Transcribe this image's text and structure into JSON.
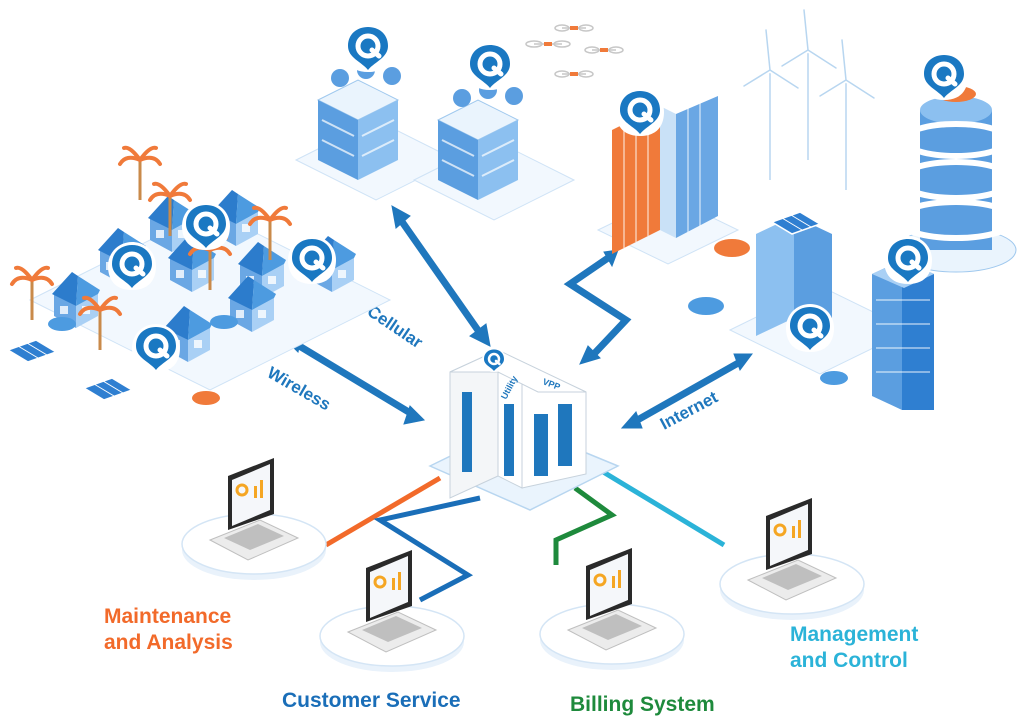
{
  "connections": {
    "cellular": "Cellular",
    "wireless": "Wireless",
    "internet": "Internet"
  },
  "server": {
    "utility_label": "Utility",
    "vpp_label": "VPP"
  },
  "systems": {
    "maintenance": {
      "line1": "Maintenance",
      "line2": "and Analysis"
    },
    "customer_service": "Customer Service",
    "billing": "Billing System",
    "management": {
      "line1": "Management",
      "line2": "and Control"
    }
  },
  "colors": {
    "arrow": "#1f77bd",
    "maintenance": "#f26a2a",
    "customer_service": "#1a6eb8",
    "billing": "#1e8a3c",
    "management": "#2bb3d8",
    "building_blue": "#4a8fd6",
    "building_orange": "#f07a3a",
    "pin": "#1a78c2"
  },
  "icons": [
    "location-pin-icon",
    "drone-icon",
    "wind-turbine-icon",
    "solar-panel-icon",
    "palm-tree-icon",
    "car-icon",
    "laptop-icon",
    "monitor-icon",
    "server-icon"
  ]
}
